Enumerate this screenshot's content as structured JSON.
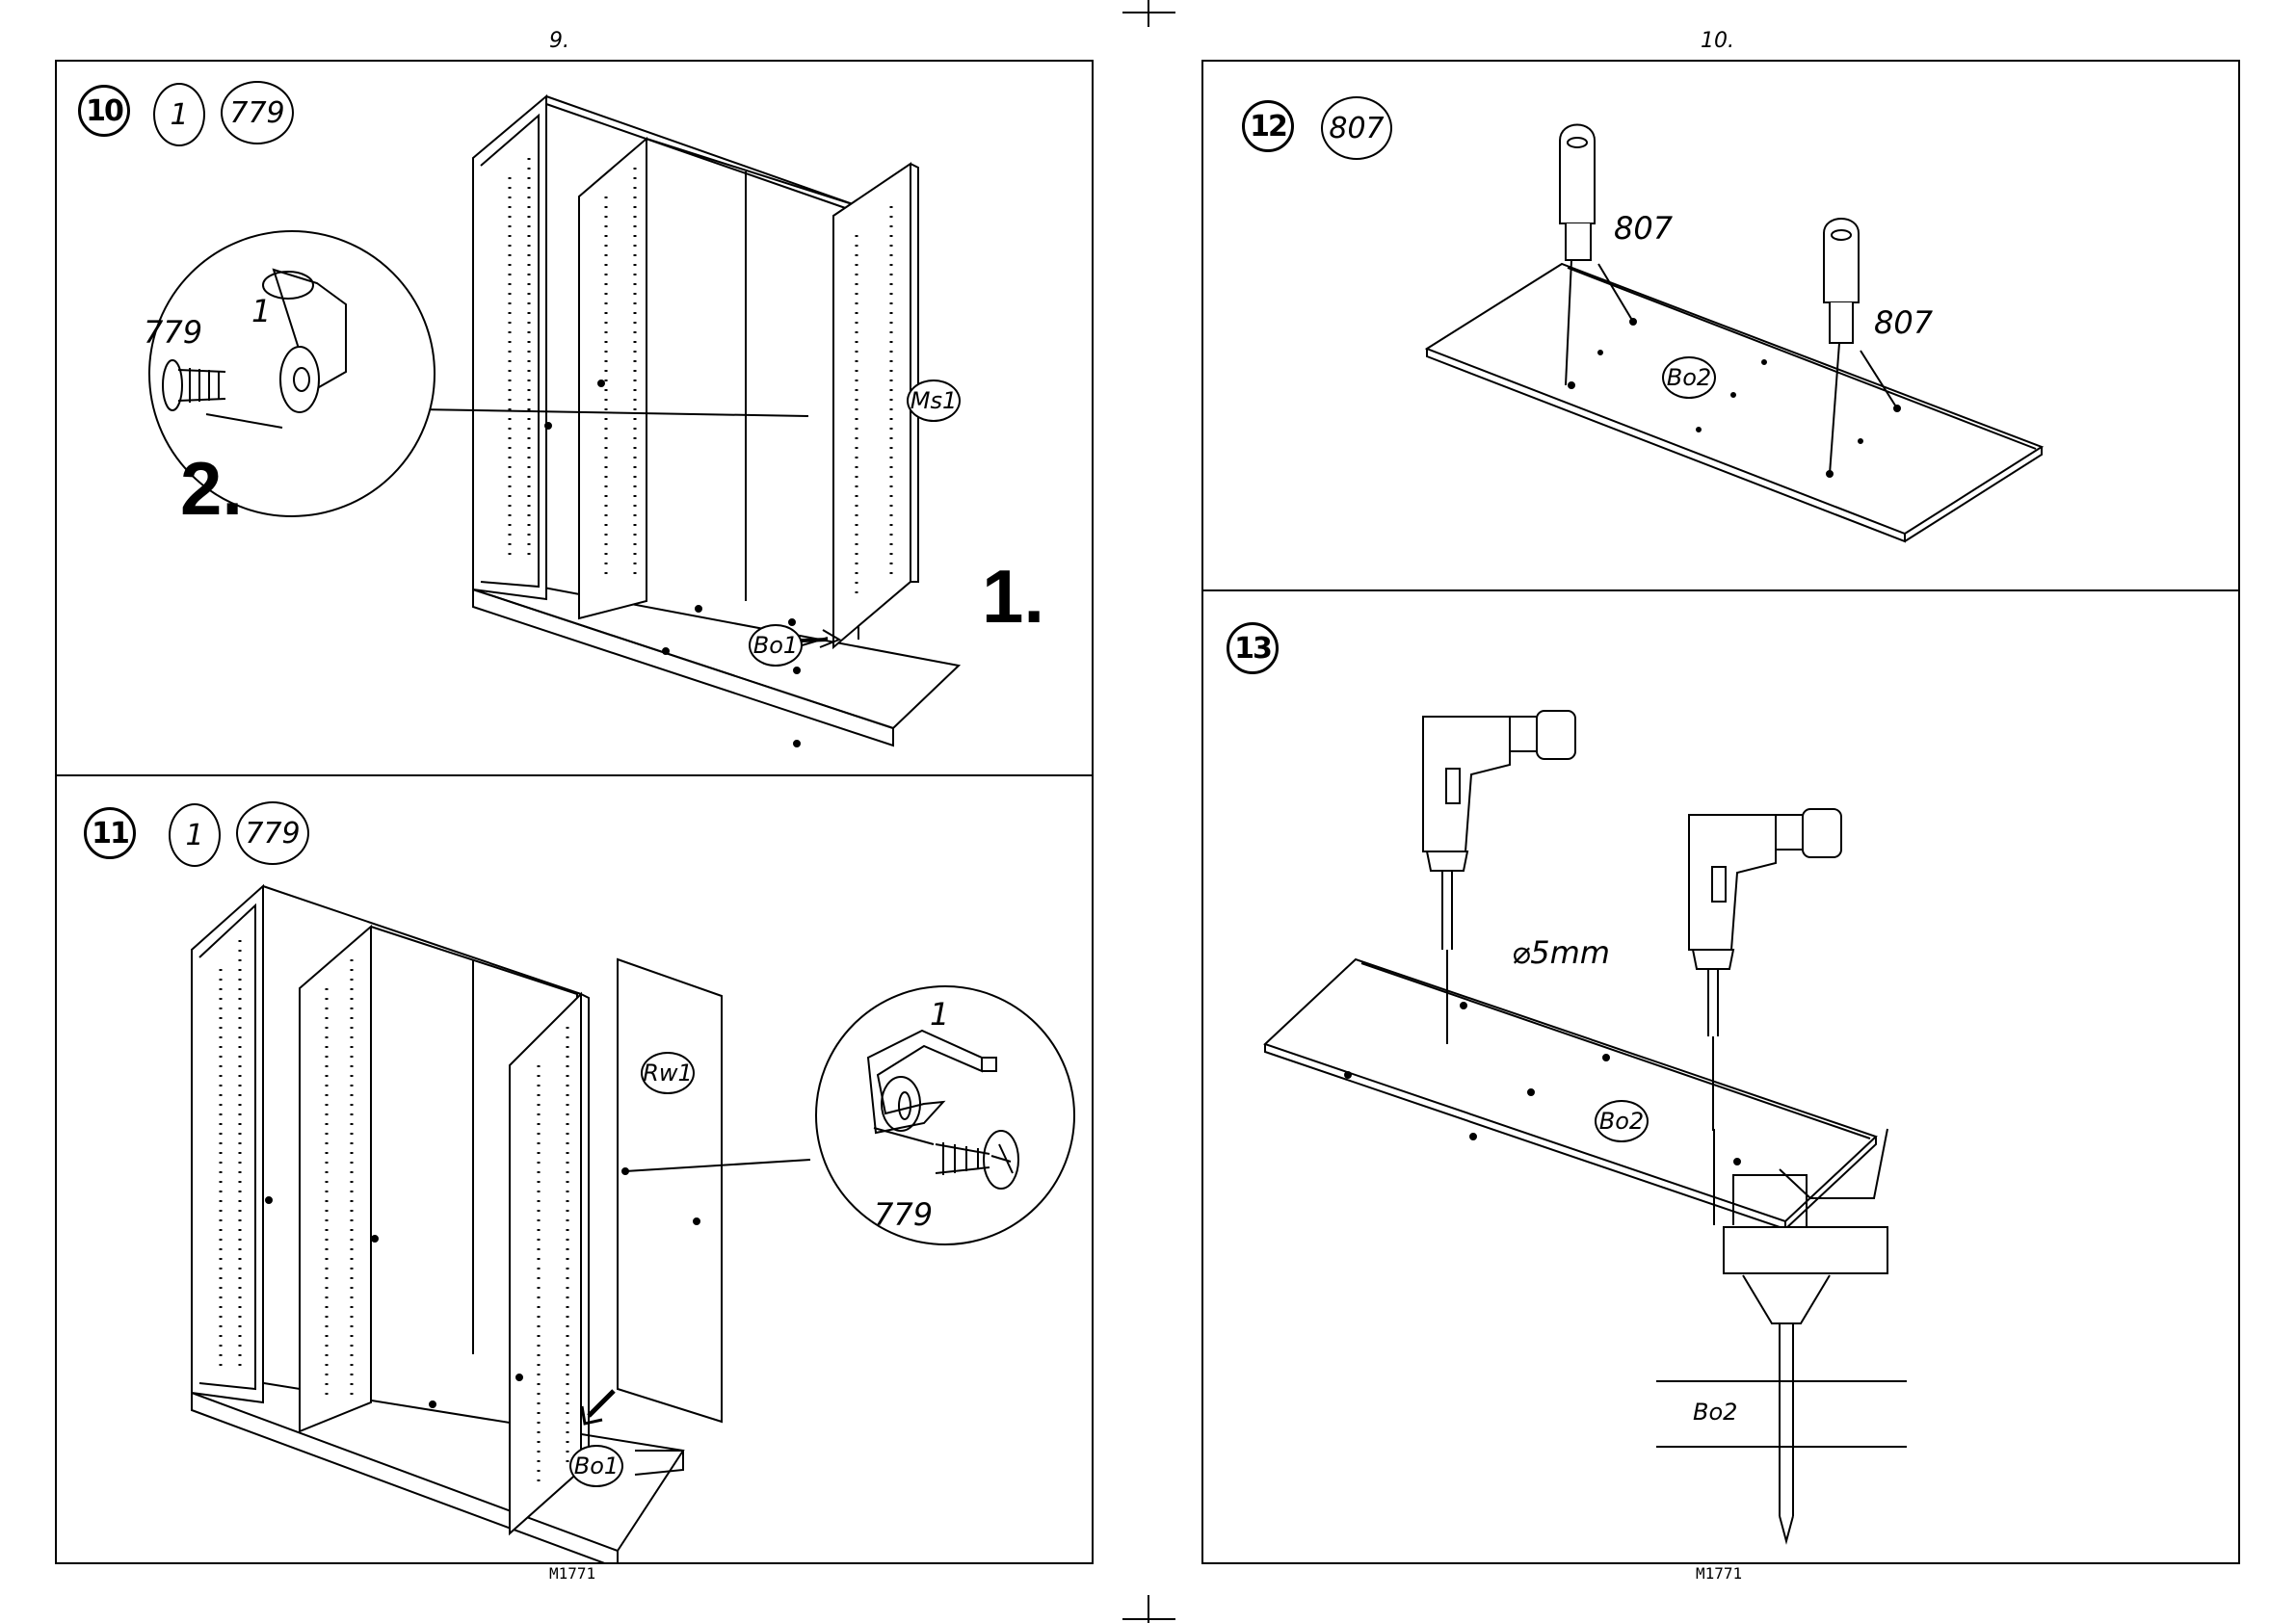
{
  "pages": [
    {
      "number": "9.",
      "footer": "M1771"
    },
    {
      "number": "10.",
      "footer": "M1771"
    }
  ],
  "steps": {
    "s10": {
      "step": "10",
      "parts": [
        "1",
        "779"
      ],
      "detail_labels": [
        "779",
        "1"
      ],
      "sub_steps": [
        "1.",
        "2."
      ],
      "panel_labels": [
        "Ms1",
        "Bo1"
      ]
    },
    "s11": {
      "step": "11",
      "parts": [
        "1",
        "779"
      ],
      "detail_labels": [
        "1",
        "779"
      ],
      "panel_labels": [
        "Rw1",
        "Bo1"
      ]
    },
    "s12": {
      "step": "12",
      "parts": [
        "807"
      ],
      "labels": [
        "807",
        "807"
      ],
      "panel_labels": [
        "Bo2"
      ]
    },
    "s13": {
      "step": "13",
      "drill_size": "⌀5mm",
      "panel_labels": [
        "Bo2",
        "Bo2"
      ]
    }
  }
}
